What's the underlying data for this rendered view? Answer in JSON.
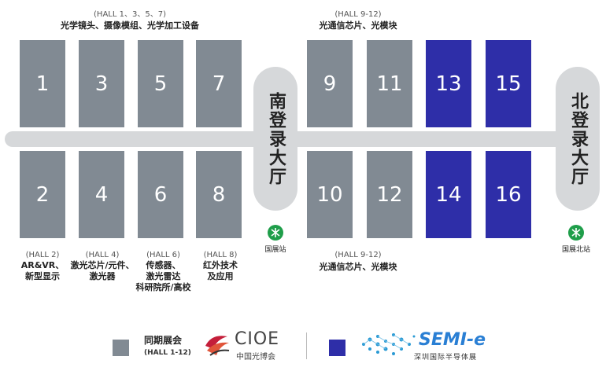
{
  "top_left_caption": {
    "code": "(HALL 1、3、5、7)",
    "desc": "光学镜头、摄像模组、光学加工设备"
  },
  "top_right_caption": {
    "code": "(HALL 9-12)",
    "desc": "光通信芯片、光模块"
  },
  "halls_top_left": [
    "1",
    "3",
    "5",
    "7"
  ],
  "halls_bottom_left": [
    "2",
    "4",
    "6",
    "8"
  ],
  "halls_top_right_gray": [
    "9",
    "11"
  ],
  "halls_top_right_blue": [
    "13",
    "15"
  ],
  "halls_bottom_right_gray": [
    "10",
    "12"
  ],
  "halls_bottom_right_blue": [
    "14",
    "16"
  ],
  "south_lobby": "南登录大厅",
  "north_lobby": "北登录大厅",
  "south_station": "国展站",
  "north_station": "国展北站",
  "bottom_captions": [
    {
      "code": "(HALL 2)",
      "lines": [
        "AR&VR、",
        "新型显示"
      ]
    },
    {
      "code": "(HALL 4)",
      "lines": [
        "激光芯片/元件、",
        "激光器"
      ]
    },
    {
      "code": "(HALL 6)",
      "lines": [
        "传感器、",
        "激光雷达",
        "科研院所/高校"
      ]
    },
    {
      "code": "(HALL 8)",
      "lines": [
        "红外技术",
        "及应用"
      ]
    }
  ],
  "bottom_right_caption": {
    "code": "(HALL 9-12)",
    "desc": "光通信芯片、光模块"
  },
  "legend": {
    "gray_label": "同期展会",
    "gray_code": "(HALL 1-12)",
    "cioe_brand": "CIOE",
    "cioe_sub": "中国光博会",
    "semi_brand": "SEMI-e",
    "semi_sub": "深圳国际半导体展"
  },
  "colors": {
    "gray": "#818a93",
    "blue": "#2e2ea8",
    "corridor": "#d6d8da",
    "metro": "#1f9e4a",
    "semi": "#2a7fd4",
    "cioe": "#c41e3a"
  }
}
